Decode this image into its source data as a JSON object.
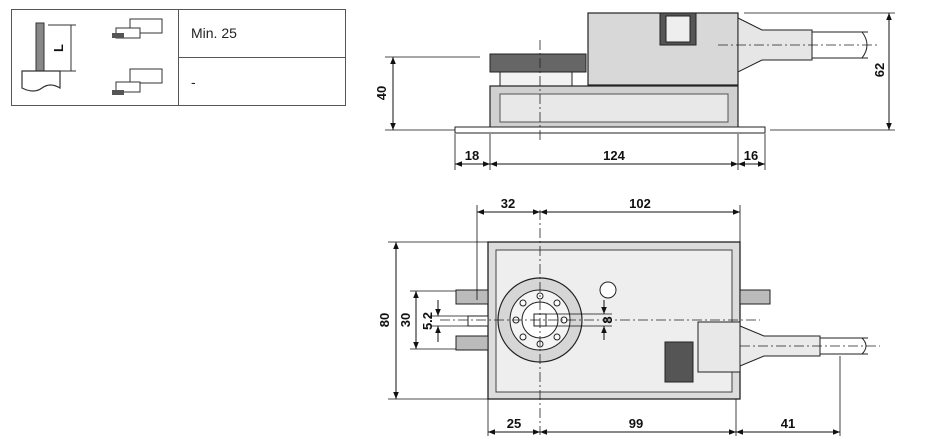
{
  "table": {
    "row1_value": "Min. 25",
    "row2_value": "-",
    "shaft_label": "L"
  },
  "side_view": {
    "height_body": "40",
    "height_total": "62",
    "left_tab": "18",
    "body_length": "124",
    "right_tab": "16"
  },
  "top_view": {
    "left_offset": "32",
    "right_span": "102",
    "height_total": "80",
    "slot_span": "30",
    "slot_width": "5.2",
    "shaft_size": "8",
    "bottom_left": "25",
    "bottom_mid": "99",
    "bottom_right": "41"
  }
}
